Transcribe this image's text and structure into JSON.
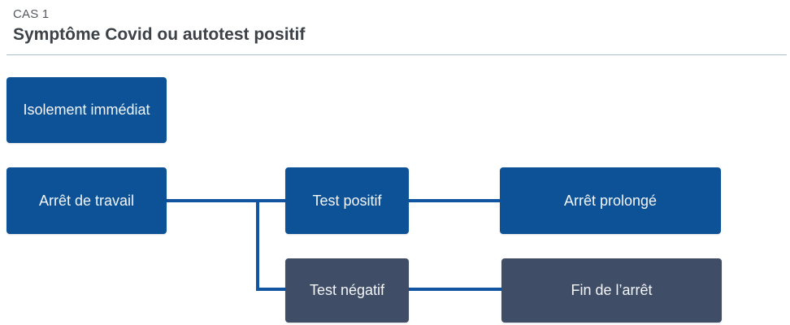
{
  "header": {
    "case_label": "CAS 1",
    "title": "Symptôme Covid ou autotest positif"
  },
  "flowchart": {
    "nodes": [
      {
        "id": "isolement-immediat",
        "label": "Isolement immédiat",
        "variant": "blue"
      },
      {
        "id": "arret-de-travail",
        "label": "Arrêt de travail",
        "variant": "blue"
      },
      {
        "id": "test-positif",
        "label": "Test positif",
        "variant": "blue"
      },
      {
        "id": "arret-prolonge",
        "label": "Arrêt prolongé",
        "variant": "blue"
      },
      {
        "id": "test-negatif",
        "label": "Test négatif",
        "variant": "dark"
      },
      {
        "id": "fin-de-l-arret",
        "label": "Fin de l’arrêt",
        "variant": "dark"
      }
    ],
    "edges": [
      {
        "from": "arret-de-travail",
        "to": "test-positif"
      },
      {
        "from": "arret-de-travail",
        "to": "test-negatif"
      },
      {
        "from": "test-positif",
        "to": "arret-prolonge"
      },
      {
        "from": "test-negatif",
        "to": "fin-de-l-arret"
      }
    ],
    "colors": {
      "primary_node": "#0d5296",
      "dark_node": "#3f4d66",
      "connector": "#1154a1",
      "node_text": "#f3f5f7",
      "divider": "#a9c0cc",
      "case_label_text": "#54595f",
      "title_text": "#3c4247"
    }
  }
}
